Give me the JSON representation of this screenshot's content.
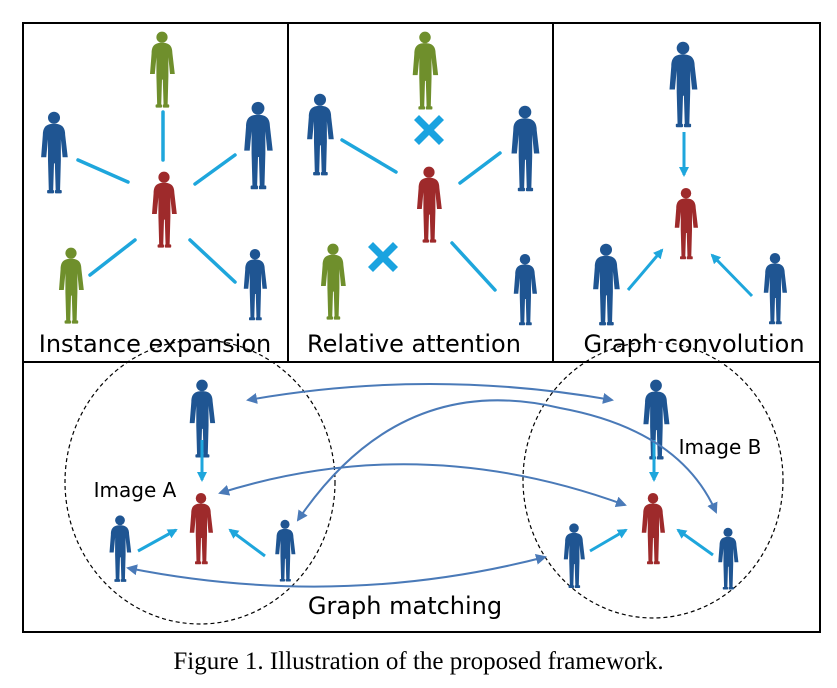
{
  "panels": {
    "instance_expansion": "Instance expansion",
    "relative_attention": "Relative attention",
    "graph_convolution": "Graph convolution",
    "graph_matching": "Graph matching",
    "image_a": "Image A",
    "image_b": "Image B"
  },
  "caption": "Figure 1. Illustration of the proposed framework.",
  "colors": {
    "center_person": "#9e2a2b",
    "neighbor_blue": "#1f5592",
    "expanded_green": "#6f8f2c",
    "edge_cyan": "#1ea6dc",
    "match_arrow": "#4a7ab8",
    "remove_cross": "#1aa3e0"
  },
  "icons": [
    "person-silhouette-icon",
    "cross-icon",
    "arrow-icon"
  ]
}
